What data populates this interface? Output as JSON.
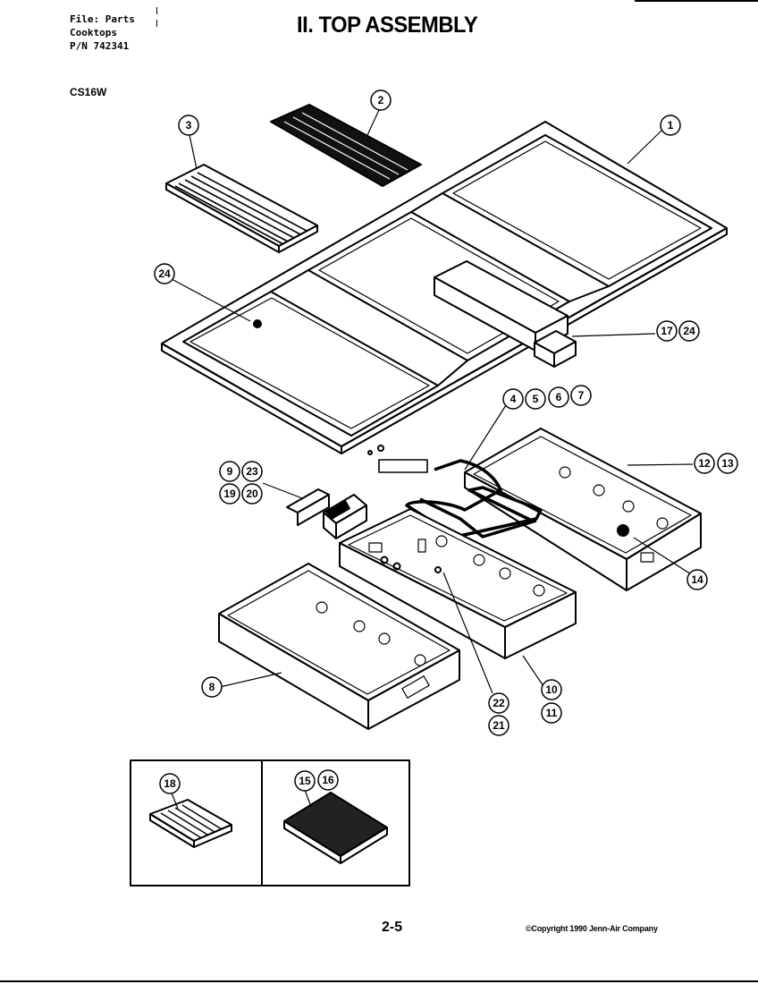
{
  "header": {
    "file_line": "File: Parts",
    "category_line": "Cooktops",
    "part_number_line": "P/N 742341",
    "title": "II. TOP ASSEMBLY",
    "model": "CS16W"
  },
  "footer": {
    "page_number": "2-5",
    "copyright": "©Copyright 1990 Jenn-Air Company"
  },
  "callouts": [
    {
      "id": "c1",
      "label": "1"
    },
    {
      "id": "c2",
      "label": "2"
    },
    {
      "id": "c3",
      "label": "3"
    },
    {
      "id": "c24a",
      "label": "24"
    },
    {
      "id": "c17",
      "label": "17"
    },
    {
      "id": "c24b",
      "label": "24"
    },
    {
      "id": "c4",
      "label": "4"
    },
    {
      "id": "c5",
      "label": "5"
    },
    {
      "id": "c6",
      "label": "6"
    },
    {
      "id": "c7",
      "label": "7"
    },
    {
      "id": "c12",
      "label": "12"
    },
    {
      "id": "c13",
      "label": "13"
    },
    {
      "id": "c9",
      "label": "9"
    },
    {
      "id": "c23",
      "label": "23"
    },
    {
      "id": "c19",
      "label": "19"
    },
    {
      "id": "c20",
      "label": "20"
    },
    {
      "id": "c14",
      "label": "14"
    },
    {
      "id": "c8",
      "label": "8"
    },
    {
      "id": "c10",
      "label": "10"
    },
    {
      "id": "c11",
      "label": "11"
    },
    {
      "id": "c22",
      "label": "22"
    },
    {
      "id": "c21",
      "label": "21"
    },
    {
      "id": "c18",
      "label": "18"
    },
    {
      "id": "c15",
      "label": "15"
    },
    {
      "id": "c16",
      "label": "16"
    }
  ]
}
